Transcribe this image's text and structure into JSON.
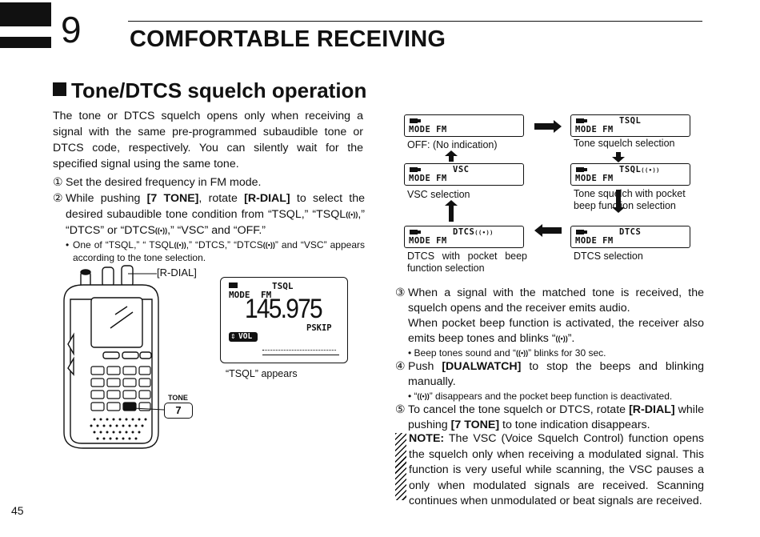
{
  "chapter": {
    "number": "9",
    "title": "COMFORTABLE RECEIVING"
  },
  "section": {
    "title": "Tone/DTCS squelch operation"
  },
  "intro": "The tone or DTCS squelch opens only when receiving a signal with the same pre-programmed subaudible tone or DTCS code, respectively. You can silently wait for the specified signal using the same tone.",
  "steps": {
    "s1_num": "①",
    "s1": "Set the desired frequency in FM mode.",
    "s2_num": "②",
    "s2_a": "While pushing ",
    "s2_b": "[7 TONE]",
    "s2_c": ", rotate ",
    "s2_d": "[R-DIAL]",
    "s2_e": " to select the desired subaudible tone condition from “TSQL,” “TSQL",
    "s2_f": ",” “DTCS” or “DTCS",
    "s2_g": ",” “VSC” and “OFF.”",
    "s2_note_a": "One of “TSQL,” “ TSQL",
    "s2_note_b": ",” “DTCS,” “DTCS",
    "s2_note_c": "” and “VSC” appears according to the tone selection.",
    "bullet": "•",
    "pocket": "((•))"
  },
  "radio": {
    "rdial_label": "[R-DIAL]",
    "tone_label": "TONE",
    "tone_key": "7"
  },
  "big_display": {
    "tsql": "TSQL",
    "mode": "MODE",
    "fm": "FM",
    "freq": "145.975",
    "pskip": "PSKIP",
    "vol": "VOL",
    "caption": "“TSQL” appears"
  },
  "flow": {
    "off": {
      "top": "",
      "caption": "OFF: (No indication)"
    },
    "tsql": {
      "top": "TSQL",
      "caption": "Tone squelch selection"
    },
    "vsc": {
      "top": "VSC",
      "caption": "VSC selection"
    },
    "tsql_pocket": {
      "top": "TSQL",
      "caption": "Tone squelch with pocket beep function selection"
    },
    "dtcs_pocket": {
      "top": "DTCS",
      "caption": "DTCS  with  pocket  beep function selection"
    },
    "dtcs": {
      "top": "DTCS",
      "caption": "DTCS selection"
    },
    "mode_text": "MODE  FM"
  },
  "rsteps": {
    "s3_num": "③",
    "s3": "When a signal with the matched tone is received, the squelch opens and the receiver emits audio.",
    "s3_b": "When pocket beep function is activated, the receiver also emits beep tones and blinks “",
    "s3_c": "”.",
    "s3_note_a": "Beep tones sound and “",
    "s3_note_b": "” blinks for 30 sec.",
    "s4_num": "④",
    "s4_a": "Push ",
    "s4_b": "[DUALWATCH]",
    "s4_c": " to stop the beeps and blinking manually.",
    "s4_note_a": "“",
    "s4_note_b": "” disappears and the pocket beep function is deactivated.",
    "s5_num": "⑤",
    "s5_a": "To cancel the tone squelch or DTCS, rotate ",
    "s5_b": "[R-DIAL]",
    "s5_c": " while pushing ",
    "s5_d": "[7 TONE]",
    "s5_e": " to tone indication disappears."
  },
  "note": {
    "label": "NOTE:",
    "text": " The VSC (Voice Squelch Control) function opens the squelch only when receiving a modulated signal. This function is very useful while scanning, the VSC pauses a only when modulated signals are received. Scanning continues when unmodulated or beat signals are received."
  },
  "page_number": "45"
}
